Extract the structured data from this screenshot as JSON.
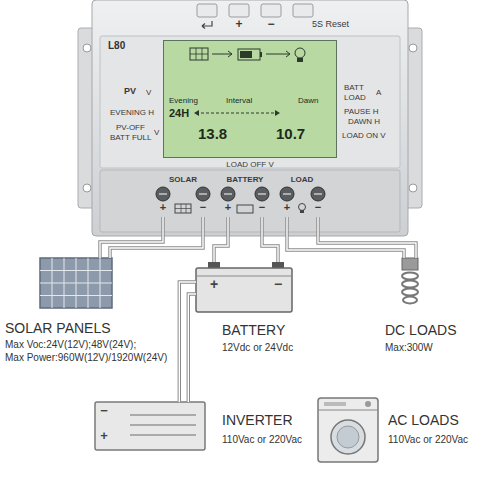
{
  "diagram": {
    "nodes": [
      {
        "text": [
          "L80"
        ]
      },
      {
        "text": [
          "Evening",
          "Interval",
          "Dawn",
          "24H",
          "13.8",
          "10.7"
        ],
        "in": 0
      },
      {
        "text": [
          "SOLAR PANELS",
          "Max Voc:24V(12V);48V(24V);",
          "Max Power:960W(12V)/1920W(24V)"
        ]
      },
      {
        "text": [
          "BATTERY",
          "12Vdc or 24Vdc"
        ]
      },
      {
        "text": [
          "DC LOADS",
          "Max:300W"
        ]
      },
      {
        "text": [
          "INVERTER",
          "110Vac or 220Vac"
        ]
      },
      {
        "text": [
          "AC LOADS",
          "110Vac or 220Vac"
        ]
      }
    ],
    "edges": [
      {
        "from": 2,
        "to": 0,
        "arrow": "none"
      },
      {
        "from": 3,
        "to": 0,
        "arrow": "none"
      },
      {
        "from": 4,
        "to": 0,
        "arrow": "none"
      },
      {
        "from": 3,
        "to": 5,
        "arrow": "none"
      }
    ],
    "labels": [
      "5S Reset",
      "+",
      "−",
      "PV",
      "V",
      "EVENING H",
      "PV-OFF",
      "BATT FULL",
      "V",
      "BATT",
      "LOAD",
      "A",
      "PAUSE H",
      "DAWN H",
      "LOAD ON V",
      "LOAD OFF V",
      "SOLAR",
      "BATTERY",
      "LOAD",
      "+",
      "−",
      "+",
      "−",
      "+",
      "−",
      "+",
      "−",
      "−",
      "+"
    ]
  }
}
